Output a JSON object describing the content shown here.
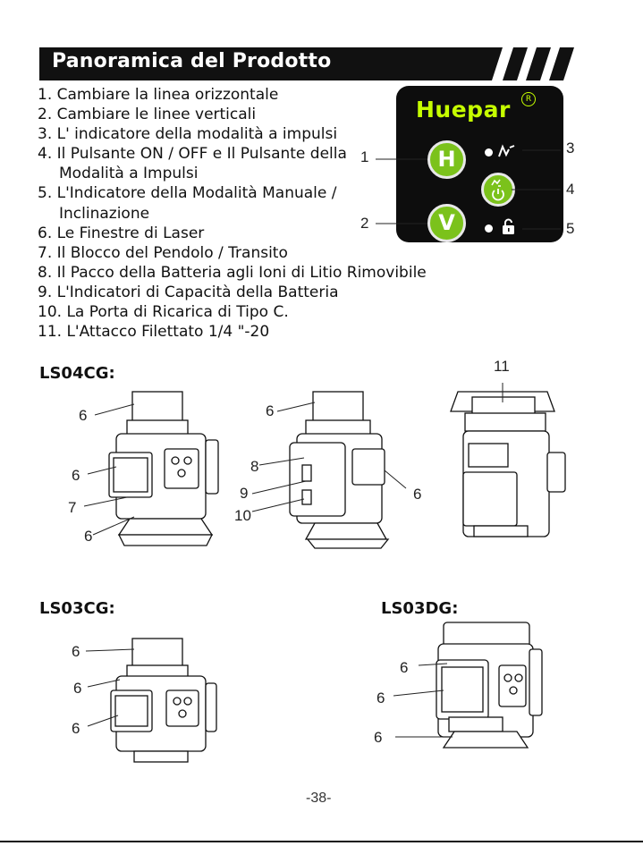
{
  "header": {
    "title": "Panoramica del Prodotto"
  },
  "list": [
    "1. Cambiare la linea orizzontale",
    "2. Cambiare le linee verticali",
    "3. L' indicatore della modalità a impulsi",
    "4. Il Pulsante ON / OFF e Il Pulsante della",
    "Modalità a Impulsi",
    "5. L'Indicatore della Modalità Manuale /",
    "Inclinazione",
    "6. Le Finestre di Laser",
    "7. Il Blocco del Pendolo / Transito",
    "8. Il Pacco della Batteria agli Ioni di Litio Rimovibile",
    "9. L'Indicatori di Capacità della Batteria",
    "10. La Porta di Ricarica di Tipo C.",
    "11. L'Attacco Filettato 1/4 \"-20"
  ],
  "panel": {
    "logo": "Huepar",
    "registered": "R",
    "btn_h": "H",
    "btn_v": "V",
    "callouts": {
      "c1": "1",
      "c2": "2",
      "c3": "3",
      "c4": "4",
      "c5": "5"
    },
    "colors": {
      "accent": "#7bc21b",
      "logo": "#c6ff00",
      "panel": "#0d0d0d"
    }
  },
  "models": {
    "ls04cg": "LS04CG:",
    "ls03cg": "LS03CG:",
    "ls03dg": "LS03DG:"
  },
  "labels": {
    "a1": "6",
    "a2": "6",
    "a3": "7",
    "a4": "6",
    "b1": "6",
    "b2": "8",
    "b3": "9",
    "b4": "10",
    "b5": "6",
    "c1": "11",
    "d1": "6",
    "d2": "6",
    "d3": "6",
    "e1": "6",
    "e2": "6",
    "e3": "6"
  },
  "page_number": "-38-"
}
